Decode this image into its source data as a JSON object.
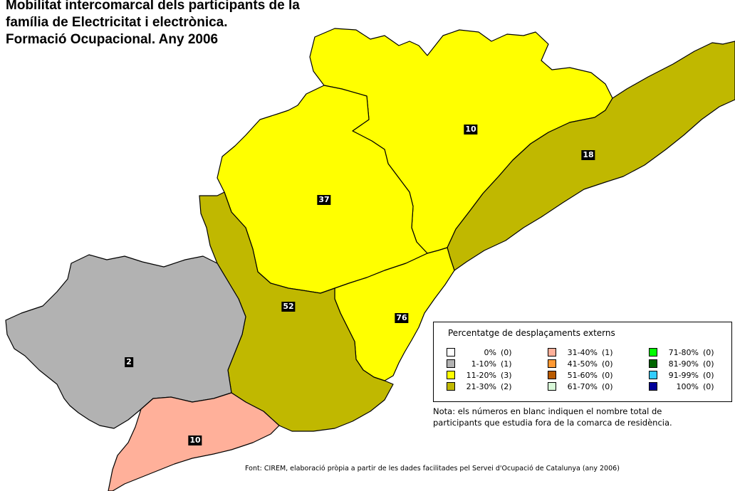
{
  "title": {
    "line1": "Mobilitat intercomarcal dels participants de la",
    "line2": "família de Electricitat i electrònica.",
    "line3": "Formació Ocupacional. Any 2006"
  },
  "colors": {
    "c0": "#ffffff",
    "c1_10": "#b2b2b2",
    "c11_20": "#ffff00",
    "c21_30": "#c0b800",
    "c31_40": "#ffb09a",
    "c41_50": "#ff9933",
    "c51_60": "#b85a00",
    "c61_70": "#d8f8d8",
    "c71_80": "#00ff00",
    "c81_90": "#006600",
    "c91_99": "#33ccff",
    "c100": "#000099"
  },
  "regions": [
    {
      "id": "northwest-central",
      "value": "37",
      "fill": "#ffff00"
    },
    {
      "id": "north-east",
      "value": "10",
      "fill": "#ffff00"
    },
    {
      "id": "coastal-northeast",
      "value": "18",
      "fill": "#c0b800"
    },
    {
      "id": "central-coast",
      "value": "76",
      "fill": "#ffff00"
    },
    {
      "id": "central-south",
      "value": "52",
      "fill": "#c0b800"
    },
    {
      "id": "west",
      "value": "2",
      "fill": "#b2b2b2"
    },
    {
      "id": "south",
      "value": "10",
      "fill": "#ffb09a"
    }
  ],
  "legend": {
    "title": "Percentatge de desplaçaments externs",
    "items": [
      {
        "range": "0%",
        "count": "(0)",
        "color": "#ffffff"
      },
      {
        "range": "31-40%",
        "count": "(1)",
        "color": "#ffb09a"
      },
      {
        "range": "71-80%",
        "count": "(0)",
        "color": "#00ff00"
      },
      {
        "range": "1-10%",
        "count": "(1)",
        "color": "#b2b2b2"
      },
      {
        "range": "41-50%",
        "count": "(0)",
        "color": "#ff9933"
      },
      {
        "range": "81-90%",
        "count": "(0)",
        "color": "#006600"
      },
      {
        "range": "11-20%",
        "count": "(3)",
        "color": "#ffff00"
      },
      {
        "range": "51-60%",
        "count": "(0)",
        "color": "#b85a00"
      },
      {
        "range": "91-99%",
        "count": "(0)",
        "color": "#33ccff"
      },
      {
        "range": "21-30%",
        "count": "(2)",
        "color": "#c0b800"
      },
      {
        "range": "61-70%",
        "count": "(0)",
        "color": "#d8f8d8"
      },
      {
        "range": "100%",
        "count": "(0)",
        "color": "#000099"
      }
    ]
  },
  "note": {
    "line1": "Nota: els números en blanc indiquen el nombre total de",
    "line2": "participants que estudia fora de la comarca de residència."
  },
  "source": "Font: CIREM, elaboració pròpia a partir de les dades facilitades pel Servei d'Ocupació de Catalunya (any 2006)"
}
